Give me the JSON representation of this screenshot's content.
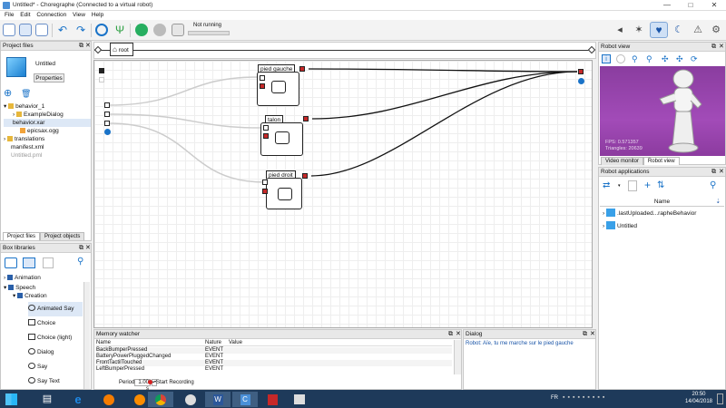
{
  "window": {
    "title": "Untitled* - Choregraphe (Connected to a virtual robot)"
  },
  "menu": [
    "File",
    "Edit",
    "Connection",
    "View",
    "Help"
  ],
  "toolbar": {
    "status": "Not running"
  },
  "project_files": {
    "title": "Project files",
    "project_name": "Untitled",
    "properties_label": "Properties",
    "tree": [
      "behavior_1",
      "ExampleDialog",
      "behavior.xar",
      "epicsax.ogg",
      "translations",
      "manifest.xml",
      "Untitled.pml"
    ],
    "tabs": [
      "Project files",
      "Project objects"
    ]
  },
  "box_libraries": {
    "title": "Box libraries",
    "tree": [
      "Animation",
      "Speech",
      "Creation"
    ],
    "items": [
      "Animated Say",
      "Choice",
      "Choice (light)",
      "Dialog",
      "Say",
      "Say Text"
    ]
  },
  "breadcrumb": "root",
  "boxes": [
    {
      "label": "pied gauche"
    },
    {
      "label": "talon"
    },
    {
      "label": "pied droit"
    }
  ],
  "memory": {
    "title": "Memory watcher",
    "cols": [
      "Name",
      "Nature",
      "Value"
    ],
    "rows": [
      [
        "BackBumperPressed",
        "EVENT",
        ""
      ],
      [
        "BatteryPowerPluggedChanged",
        "EVENT",
        ""
      ],
      [
        "FrontTactilTouched",
        "EVENT",
        ""
      ],
      [
        "LeftBumperPressed",
        "EVENT",
        ""
      ]
    ],
    "period_label": "Period:",
    "period_value": "1.00 s",
    "record_label": "Start Recording"
  },
  "dialog": {
    "title": "Dialog",
    "text": "Robot: Aïe, tu me marche sur le pied gauche"
  },
  "robot_view": {
    "title": "Robot view",
    "fps": "FPS: 0.571357",
    "triangles": "Triangles: 20639",
    "tabs": [
      "Video monitor",
      "Robot view"
    ]
  },
  "robot_apps": {
    "title": "Robot applications",
    "col": "Name",
    "apps": [
      ".lastUploaded...rapheBehavior",
      "Untitled"
    ]
  },
  "taskbar": {
    "lang": "FR",
    "time": "20:50",
    "date": "14/04/2018"
  },
  "colors": {
    "accent": "#1a73c8",
    "port_red": "#c62828",
    "taskbar": "#1e3a5a"
  }
}
